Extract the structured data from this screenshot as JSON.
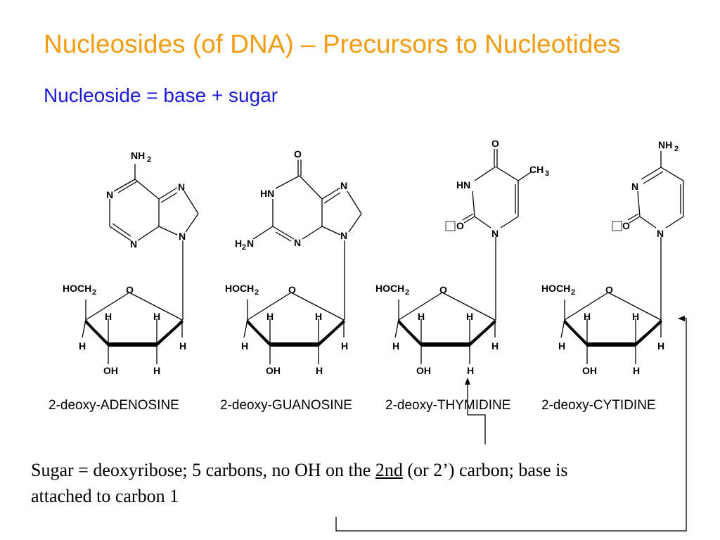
{
  "title": "Nucleosides (of DNA) – Precursors to Nucleotides",
  "subtitle": "Nucleoside = base + sugar",
  "nucleosides": [
    {
      "name": "2-deoxy-ADENOSINE"
    },
    {
      "name": "2-deoxy-GUANOSINE"
    },
    {
      "name": "2-deoxy-THYMIDINE"
    },
    {
      "name": "2-deoxy-CYTIDINE"
    }
  ],
  "atoms": {
    "N": "N",
    "O": "O",
    "H": "H",
    "HN": "HN",
    "NH2": "NH",
    "H2N_H": "H",
    "H2N_N": "N",
    "sub2": "2",
    "CH3": "CH",
    "sub3": "3",
    "HOCH2": "HOCH",
    "OH": "OH"
  },
  "note": {
    "part1": "Sugar = deoxyribose; 5 carbons, no OH on the ",
    "emph": "2nd",
    "part2": " (or 2’) carbon; base is attached to carbon 1"
  }
}
